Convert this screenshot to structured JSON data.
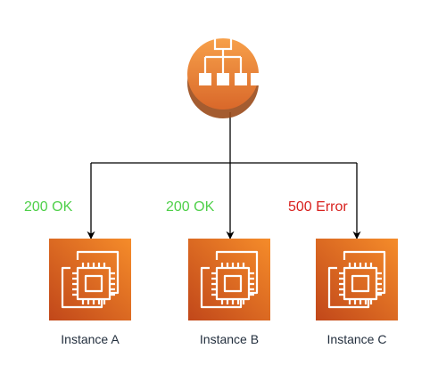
{
  "load_balancer": {
    "icon": "load-balancer-icon",
    "color_top": "#f7a04a",
    "color_bottom": "#d9682a"
  },
  "instances": [
    {
      "label": "Instance A",
      "status": "200 OK",
      "status_color": "#4fd04a",
      "icon": "ec2-instance-icon"
    },
    {
      "label": "Instance B",
      "status": "200 OK",
      "status_color": "#4fd04a",
      "icon": "ec2-instance-icon"
    },
    {
      "label": "Instance C",
      "status": "500 Error",
      "status_color": "#d8221f",
      "icon": "ec2-instance-icon"
    }
  ],
  "colors": {
    "instance_top": "#f58c2a",
    "instance_bottom": "#c1471a",
    "connector": "#000000",
    "label_text": "#232f3e"
  }
}
